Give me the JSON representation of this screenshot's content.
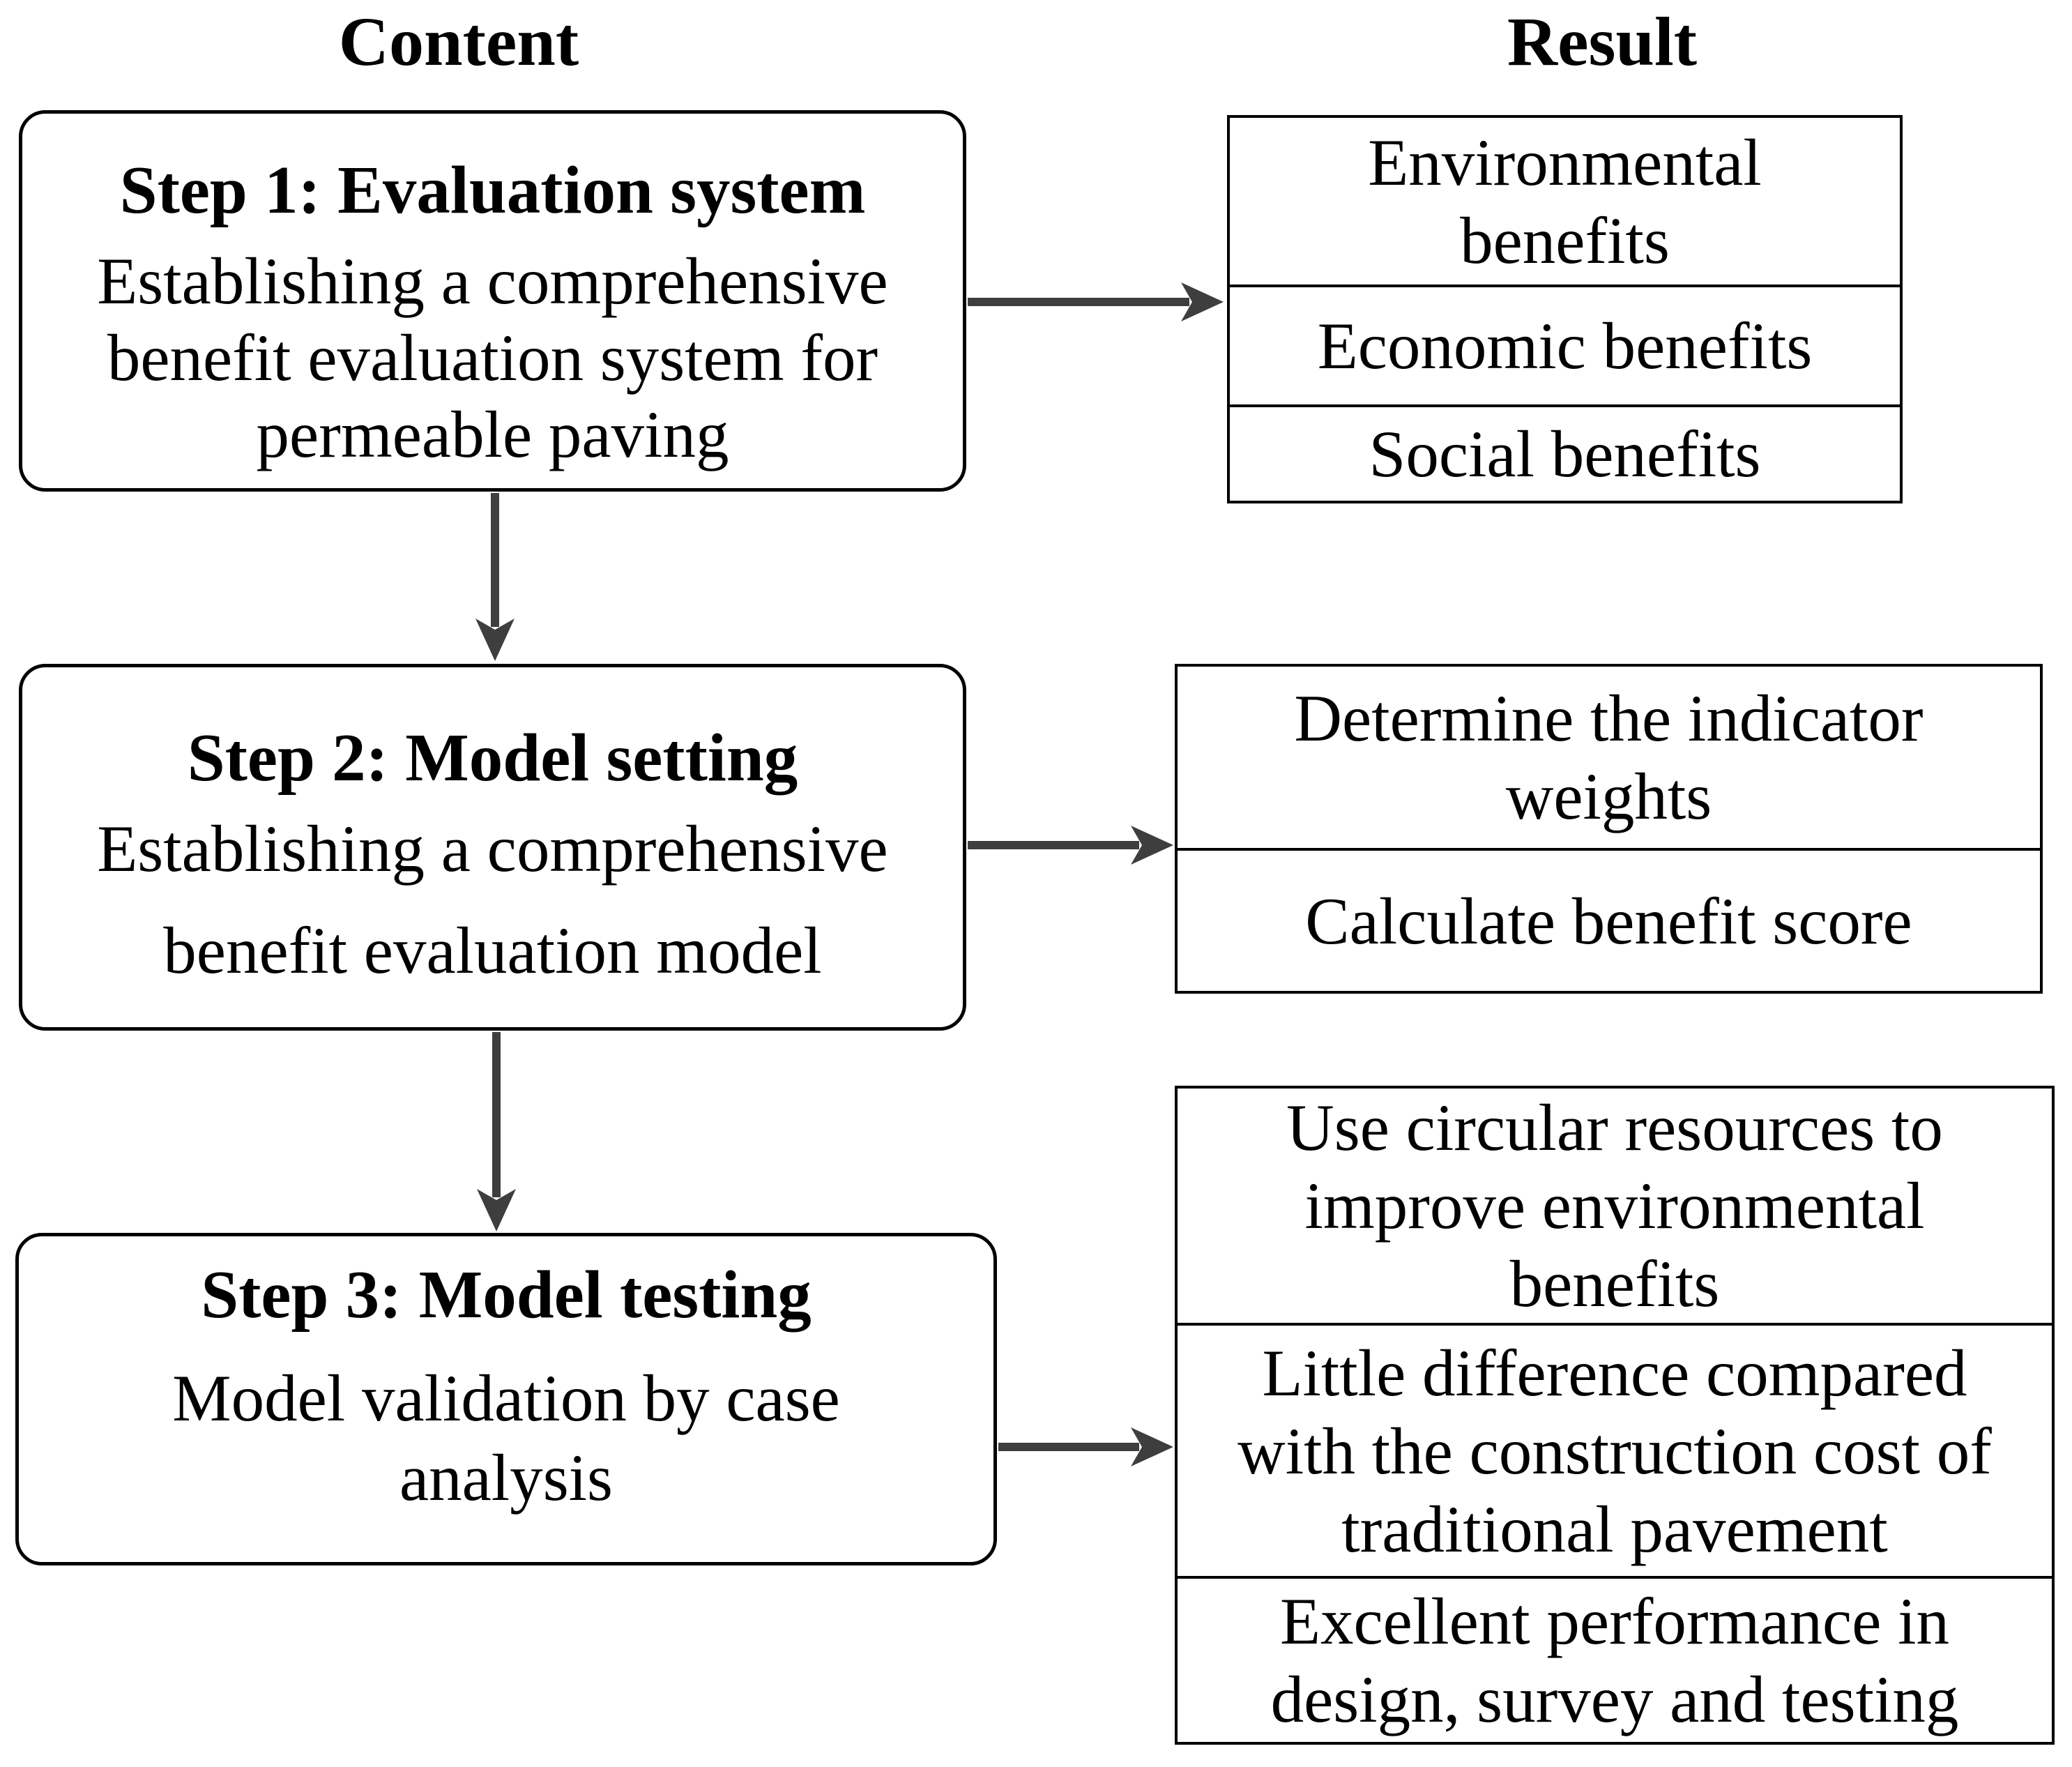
{
  "headers": {
    "content": "Content",
    "result": "Result"
  },
  "colors": {
    "arrow": "#3e3e3e",
    "border": "#000000",
    "background": "#ffffff",
    "text": "#000000"
  },
  "steps": [
    {
      "title": "Step 1: Evaluation system",
      "body": "Establishing a comprehensive\nbenefit evaluation system for\npermeable paving"
    },
    {
      "title": "Step 2: Model setting",
      "body": "Establishing a comprehensive\nbenefit evaluation model"
    },
    {
      "title": "Step 3: Model testing",
      "body": "Model validation by case\nanalysis"
    }
  ],
  "results": [
    {
      "cells": [
        "Environmental\nbenefits",
        "Economic benefits",
        "Social benefits"
      ]
    },
    {
      "cells": [
        "Determine the indicator\nweights",
        "Calculate benefit score"
      ]
    },
    {
      "cells": [
        "Use circular resources to\nimprove environmental\nbenefits",
        "Little difference compared\nwith the construction cost of\ntraditional pavement",
        "Excellent performance in\ndesign, survey and testing"
      ]
    }
  ]
}
